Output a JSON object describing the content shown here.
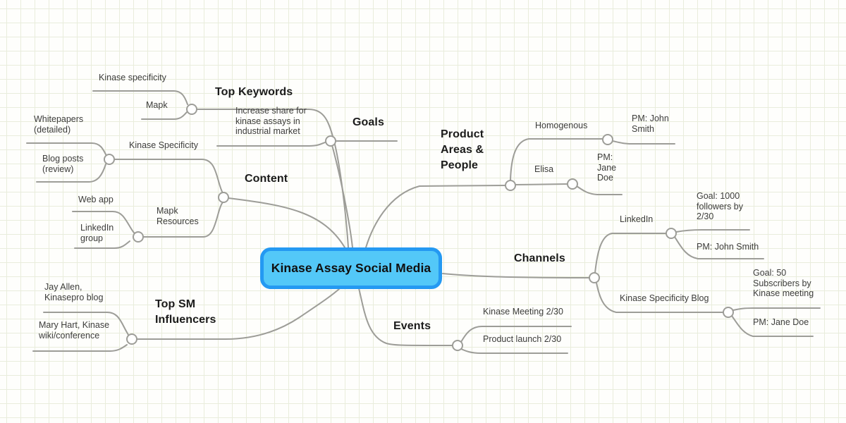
{
  "colors": {
    "line": "#9d9d98",
    "grid": "#e9eddc",
    "paper": "#fefefc",
    "node_fill": "#53c8f8",
    "node_border": "#2499f2"
  },
  "map": {
    "center": "Kinase Assay Social Media",
    "goals": {
      "label": "Goals",
      "increase_share": "Increase share for\nkinase assays in\nindustrial market"
    },
    "top_keywords": {
      "label": "Top Keywords",
      "kinase_specificity": "Kinase specificity",
      "mapk": "Mapk"
    },
    "content": {
      "label": "Content",
      "kinase_specificity": {
        "label": "Kinase Specificity",
        "whitepapers": "Whitepapers\n(detailed)",
        "blog_posts": "Blog posts\n(review)"
      },
      "mapk_resources": {
        "label": "Mapk\nResources",
        "web_app": "Web app",
        "linkedin_group": "LinkedIn\ngroup"
      }
    },
    "top_sm_influencers": {
      "label": "Top SM\nInfluencers",
      "jay_allen": "Jay Allen,\nKinasepro blog",
      "mary_hart": "Mary Hart, Kinase\nwiki/conference"
    },
    "events": {
      "label": "Events",
      "kinase_meeting": "Kinase Meeting 2/30",
      "product_launch": "Product launch 2/30"
    },
    "product_areas": {
      "label": "Product\nAreas &\nPeople",
      "homogenous": {
        "label": "Homogenous",
        "pm": "PM: John\nSmith"
      },
      "elisa": {
        "label": "Elisa",
        "pm": "PM:\nJane\nDoe"
      }
    },
    "channels": {
      "label": "Channels",
      "linkedin": {
        "label": "LinkedIn",
        "goal": "Goal: 1000\nfollowers by\n2/30",
        "pm": "PM: John Smith"
      },
      "kinase_specificity_blog": {
        "label": "Kinase Specificity Blog",
        "goal": "Goal: 50\nSubscribers by\nKinase meeting",
        "pm": "PM: Jane Doe"
      }
    }
  }
}
